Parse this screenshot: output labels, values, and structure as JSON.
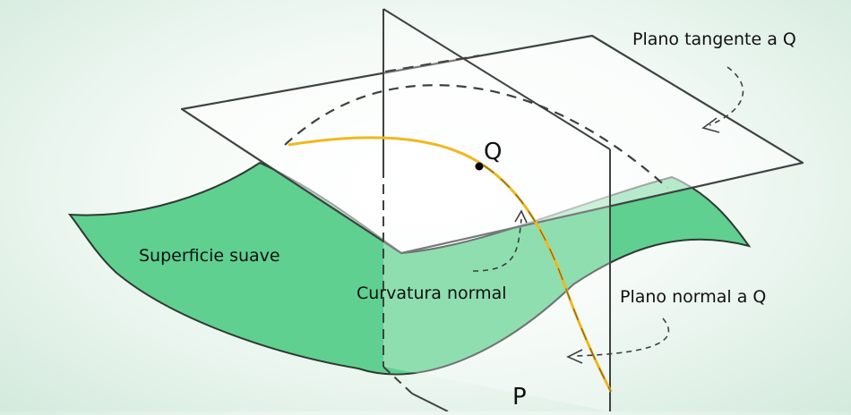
{
  "labels": {
    "tangent_plane": "Plano tangente a Q",
    "normal_plane": "Plano normal a Q",
    "surface": "Superficie suave",
    "normal_curvature": "Curvatura normal",
    "point_q": "Q",
    "point_p": "P"
  },
  "colors": {
    "surface_fill": "#5fd08f",
    "surface_stroke": "#2f3a33",
    "plane_stroke": "#3e4341",
    "curve": "#f0b81e",
    "dash": "#3c403e"
  }
}
